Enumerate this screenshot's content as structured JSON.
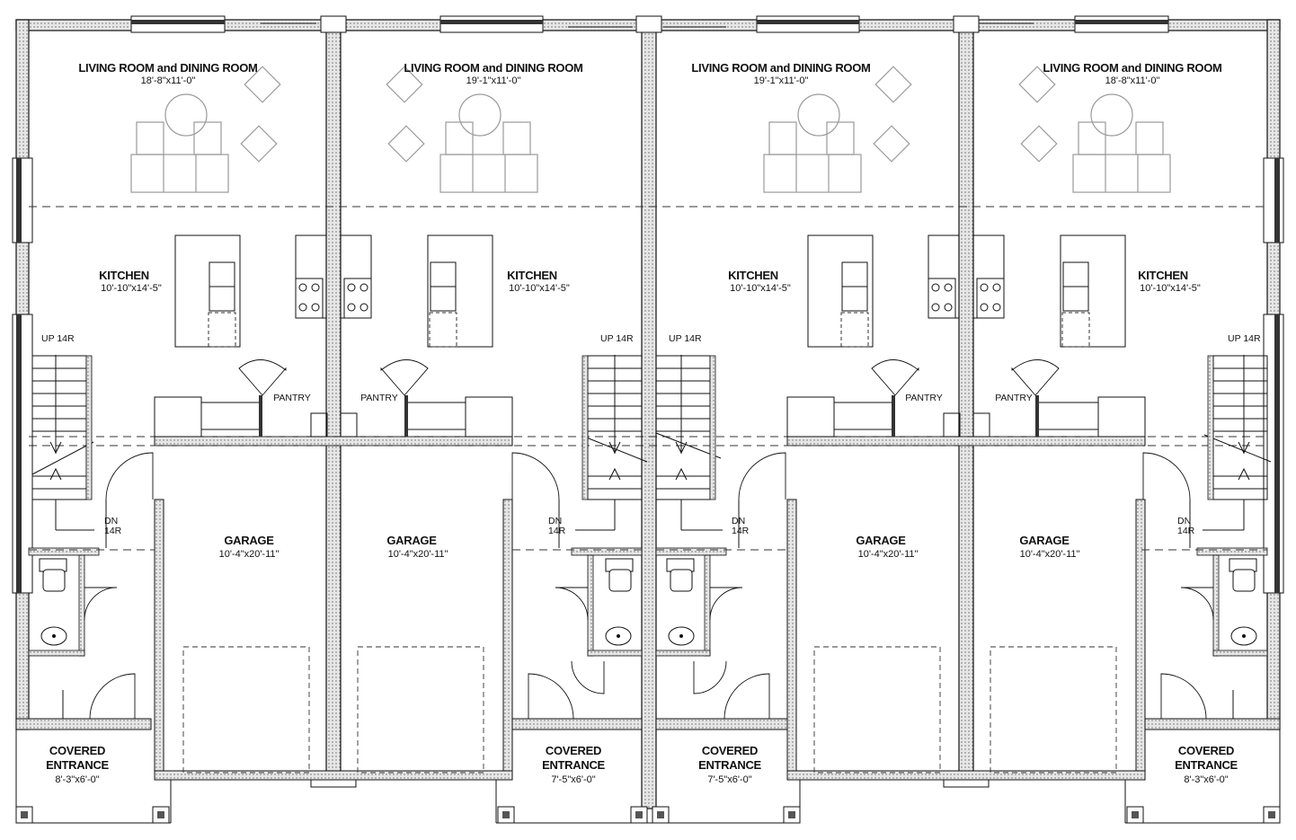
{
  "plan": {
    "units": [
      {
        "living": {
          "label": "LIVING ROOM and DINING ROOM",
          "dims": "18'-8\"x11'-0\""
        },
        "kitchen": {
          "label": "KITCHEN",
          "dims": "10'-10\"x14'-5\""
        },
        "pantry": {
          "label": "PANTRY"
        },
        "garage": {
          "label": "GARAGE",
          "dims": "10'-4\"x20'-11\""
        },
        "entrance": {
          "label_line1": "COVERED",
          "label_line2": "ENTRANCE",
          "dims": "8'-3\"x6'-0\""
        },
        "stair_up": "UP  14R",
        "stair_dn": "DN",
        "stair_dn_risers": "14R"
      },
      {
        "living": {
          "label": "LIVING ROOM and DINING ROOM",
          "dims": "19'-1\"x11'-0\""
        },
        "kitchen": {
          "label": "KITCHEN",
          "dims": "10'-10\"x14'-5\""
        },
        "pantry": {
          "label": "PANTRY"
        },
        "garage": {
          "label": "GARAGE",
          "dims": "10'-4\"x20'-11\""
        },
        "entrance": {
          "label_line1": "COVERED",
          "label_line2": "ENTRANCE",
          "dims": "7'-5\"x6'-0\""
        },
        "stair_up": "UP  14R",
        "stair_dn": "DN",
        "stair_dn_risers": "14R"
      },
      {
        "living": {
          "label": "LIVING ROOM and DINING ROOM",
          "dims": "19'-1\"x11'-0\""
        },
        "kitchen": {
          "label": "KITCHEN",
          "dims": "10'-10\"x14'-5\""
        },
        "pantry": {
          "label": "PANTRY"
        },
        "garage": {
          "label": "GARAGE",
          "dims": "10'-4\"x20'-11\""
        },
        "entrance": {
          "label_line1": "COVERED",
          "label_line2": "ENTRANCE",
          "dims": "7'-5\"x6'-0\""
        },
        "stair_up": "UP  14R",
        "stair_dn": "DN",
        "stair_dn_risers": "14R"
      },
      {
        "living": {
          "label": "LIVING ROOM and DINING ROOM",
          "dims": "18'-8\"x11'-0\""
        },
        "kitchen": {
          "label": "KITCHEN",
          "dims": "10'-10\"x14'-5\""
        },
        "pantry": {
          "label": "PANTRY"
        },
        "garage": {
          "label": "GARAGE",
          "dims": "10'-4\"x20'-11\""
        },
        "entrance": {
          "label_line1": "COVERED",
          "label_line2": "ENTRANCE",
          "dims": "8'-3\"x6'-0\""
        },
        "stair_up": "UP  14R",
        "stair_dn": "DN",
        "stair_dn_risers": "14R"
      }
    ]
  }
}
